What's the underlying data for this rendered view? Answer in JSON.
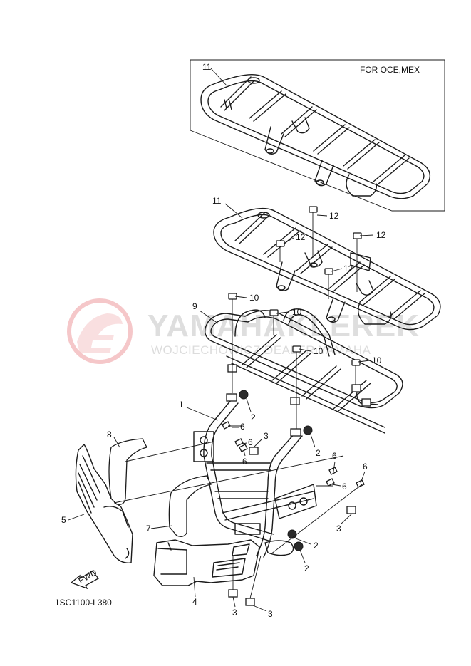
{
  "region_note": "FOR OCE,MEX",
  "diagram_code": "1SC1100-L380",
  "fwd_label": "FWD",
  "watermark": {
    "title": "YAMAHAKLEREK",
    "subtitle": "WOJCIECHOWICZ DEALER YAMAHA"
  },
  "callouts": {
    "c1": "1",
    "c2a": "2",
    "c2b": "2",
    "c2c": "2",
    "c2d": "2",
    "c3a": "3",
    "c3b": "3",
    "c3c": "3",
    "c3d": "3",
    "c4": "4",
    "c5": "5",
    "c6a": "6",
    "c6b": "6",
    "c6c": "6",
    "c6d": "6",
    "c6e": "6",
    "c6f": "6",
    "c7": "7",
    "c8": "8",
    "c9": "9",
    "c10a": "10",
    "c10b": "10",
    "c10c": "10",
    "c10d": "10",
    "c11a": "11",
    "c11b": "11",
    "c12a": "12",
    "c12b": "12",
    "c12c": "12",
    "c12d": "12"
  }
}
